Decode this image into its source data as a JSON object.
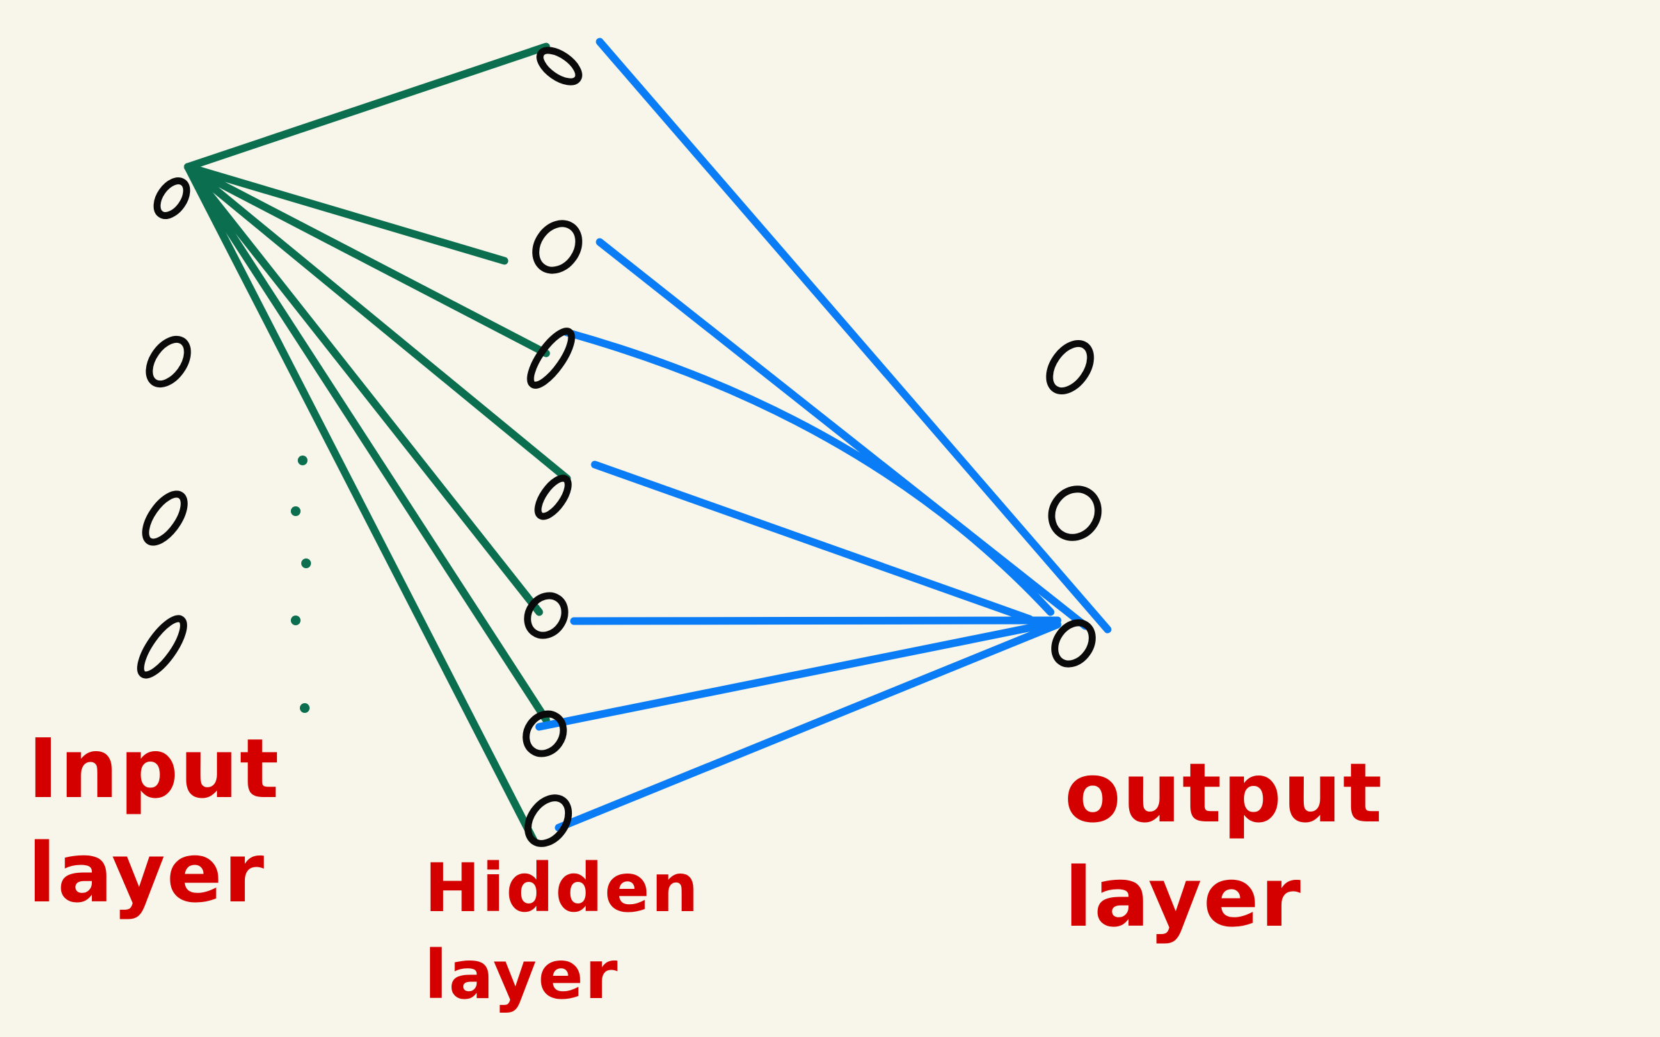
{
  "labels": {
    "input": "Input\nlayer",
    "hidden": "Hidden\nlayer",
    "output": "output\nlayer"
  },
  "colors": {
    "background": "#f8f6ea",
    "input_to_hidden": "#0a6e4f",
    "hidden_to_output": "#0a7cf5",
    "label": "#d40000",
    "node": "#0a0a0a"
  },
  "layers": {
    "input": {
      "nodes": 4,
      "ellipsis": true
    },
    "hidden": {
      "nodes": 7
    },
    "output": {
      "nodes": 3
    }
  },
  "edges": {
    "input_to_hidden": {
      "from_input_node": 1,
      "to_hidden_nodes": [
        1,
        2,
        3,
        4,
        5,
        6,
        7
      ]
    },
    "hidden_to_output": {
      "from_hidden_nodes": [
        1,
        2,
        3,
        4,
        5,
        6,
        7
      ],
      "to_output_node": 3
    }
  }
}
